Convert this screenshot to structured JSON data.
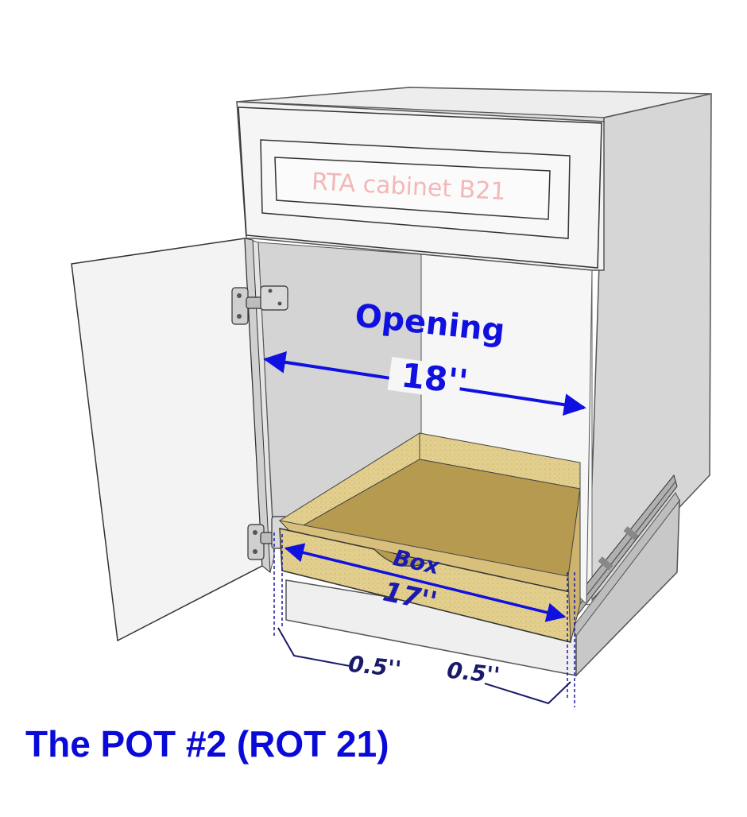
{
  "cabinet": {
    "drawer_label": "RTA cabinet B21"
  },
  "annotations": {
    "opening_label": "Opening",
    "opening_value": "18''",
    "box_label": "Box",
    "box_value": "17''",
    "gap_left": "0.5''",
    "gap_right": "0.5''"
  },
  "caption": "The POT #2 (ROT 21)",
  "colors": {
    "annotation_blue": "#1010e0",
    "caption_blue": "#0a0ad8",
    "drawer_label_pink": "#f2b8b8",
    "box_wood": "#e0cc8a",
    "box_floor": "#b59a50",
    "panel_gray": "#d6d6d6"
  }
}
